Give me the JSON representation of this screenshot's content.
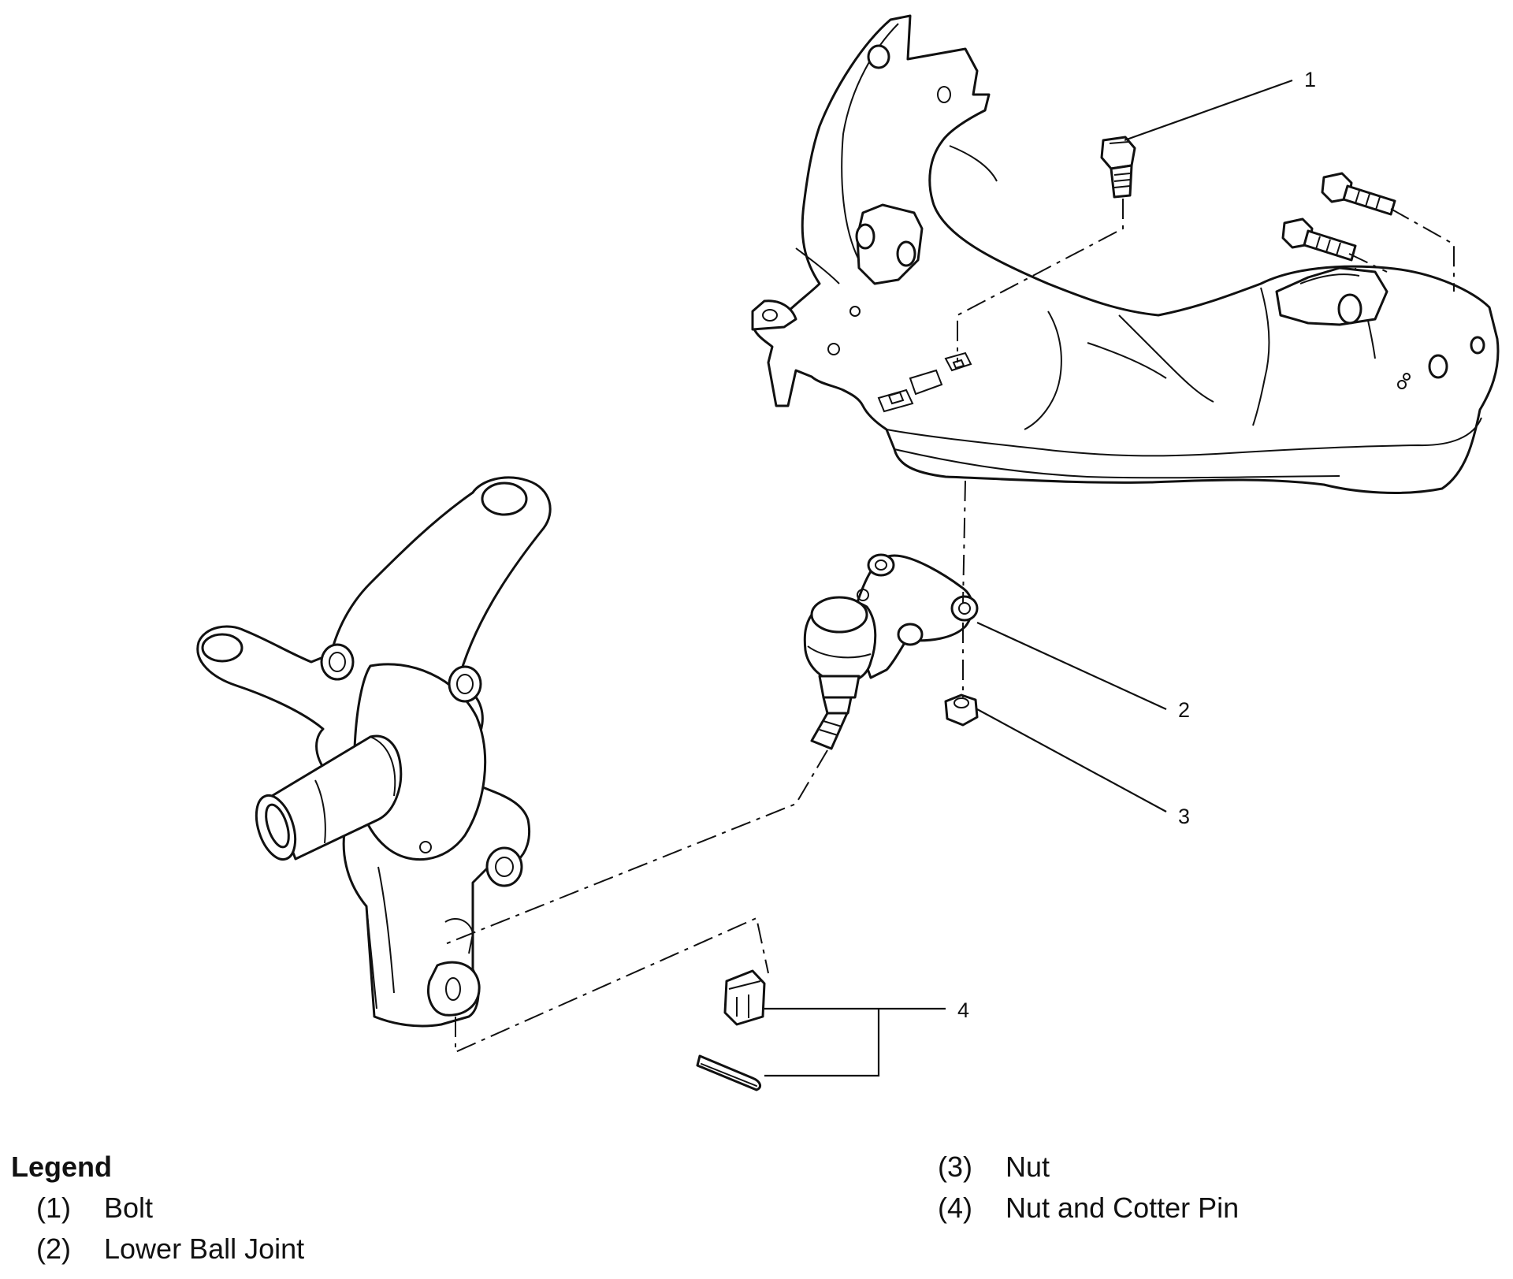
{
  "callouts": [
    "1",
    "2",
    "3",
    "4"
  ],
  "legend": {
    "title": "Legend",
    "items": [
      {
        "num": "(1)",
        "label": "Bolt"
      },
      {
        "num": "(2)",
        "label": "Lower Ball Joint"
      },
      {
        "num": "(3)",
        "label": "Nut"
      },
      {
        "num": "(4)",
        "label": "Nut and Cotter Pin"
      }
    ]
  }
}
